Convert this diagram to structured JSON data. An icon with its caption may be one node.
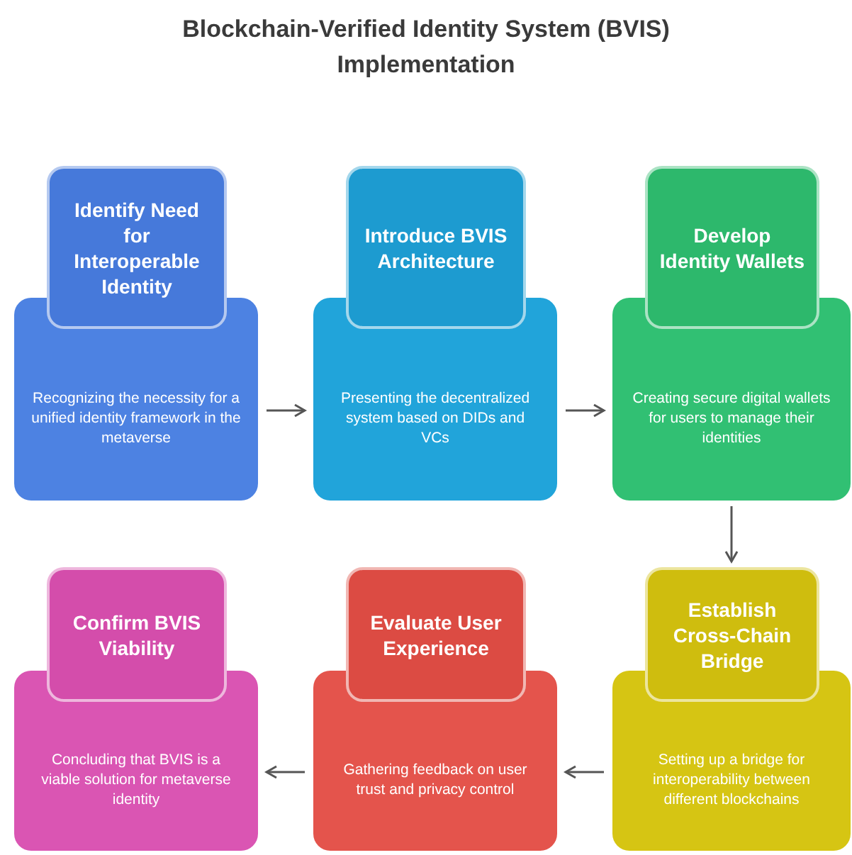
{
  "diagram": {
    "title": "Blockchain-Verified Identity System (BVIS) Implementation",
    "nodes": [
      {
        "text": [
          "Identify Need for Interoperable Identity",
          "Recognizing the necessity for a unified identity framework in the metaverse"
        ]
      },
      {
        "text": [
          "Introduce BVIS Architecture",
          "Presenting the decentralized system based on DIDs and VCs"
        ]
      },
      {
        "text": [
          "Develop Identity Wallets",
          "Creating secure digital wallets for users to manage their identities"
        ]
      },
      {
        "text": [
          "Confirm BVIS Viability",
          "Concluding that BVIS is a viable solution for metaverse identity"
        ]
      },
      {
        "text": [
          "Evaluate User Experience",
          "Gathering feedback on user trust and privacy control"
        ]
      },
      {
        "text": [
          "Establish Cross-Chain Bridge",
          "Setting up a bridge for interoperability between different blockchains"
        ]
      }
    ],
    "edges": [
      {
        "from": 0,
        "to": 1,
        "arrow": "to"
      },
      {
        "from": 1,
        "to": 2,
        "arrow": "to"
      },
      {
        "from": 2,
        "to": 5,
        "arrow": "to"
      },
      {
        "from": 5,
        "to": 4,
        "arrow": "to"
      },
      {
        "from": 4,
        "to": 3,
        "arrow": "to"
      }
    ]
  }
}
